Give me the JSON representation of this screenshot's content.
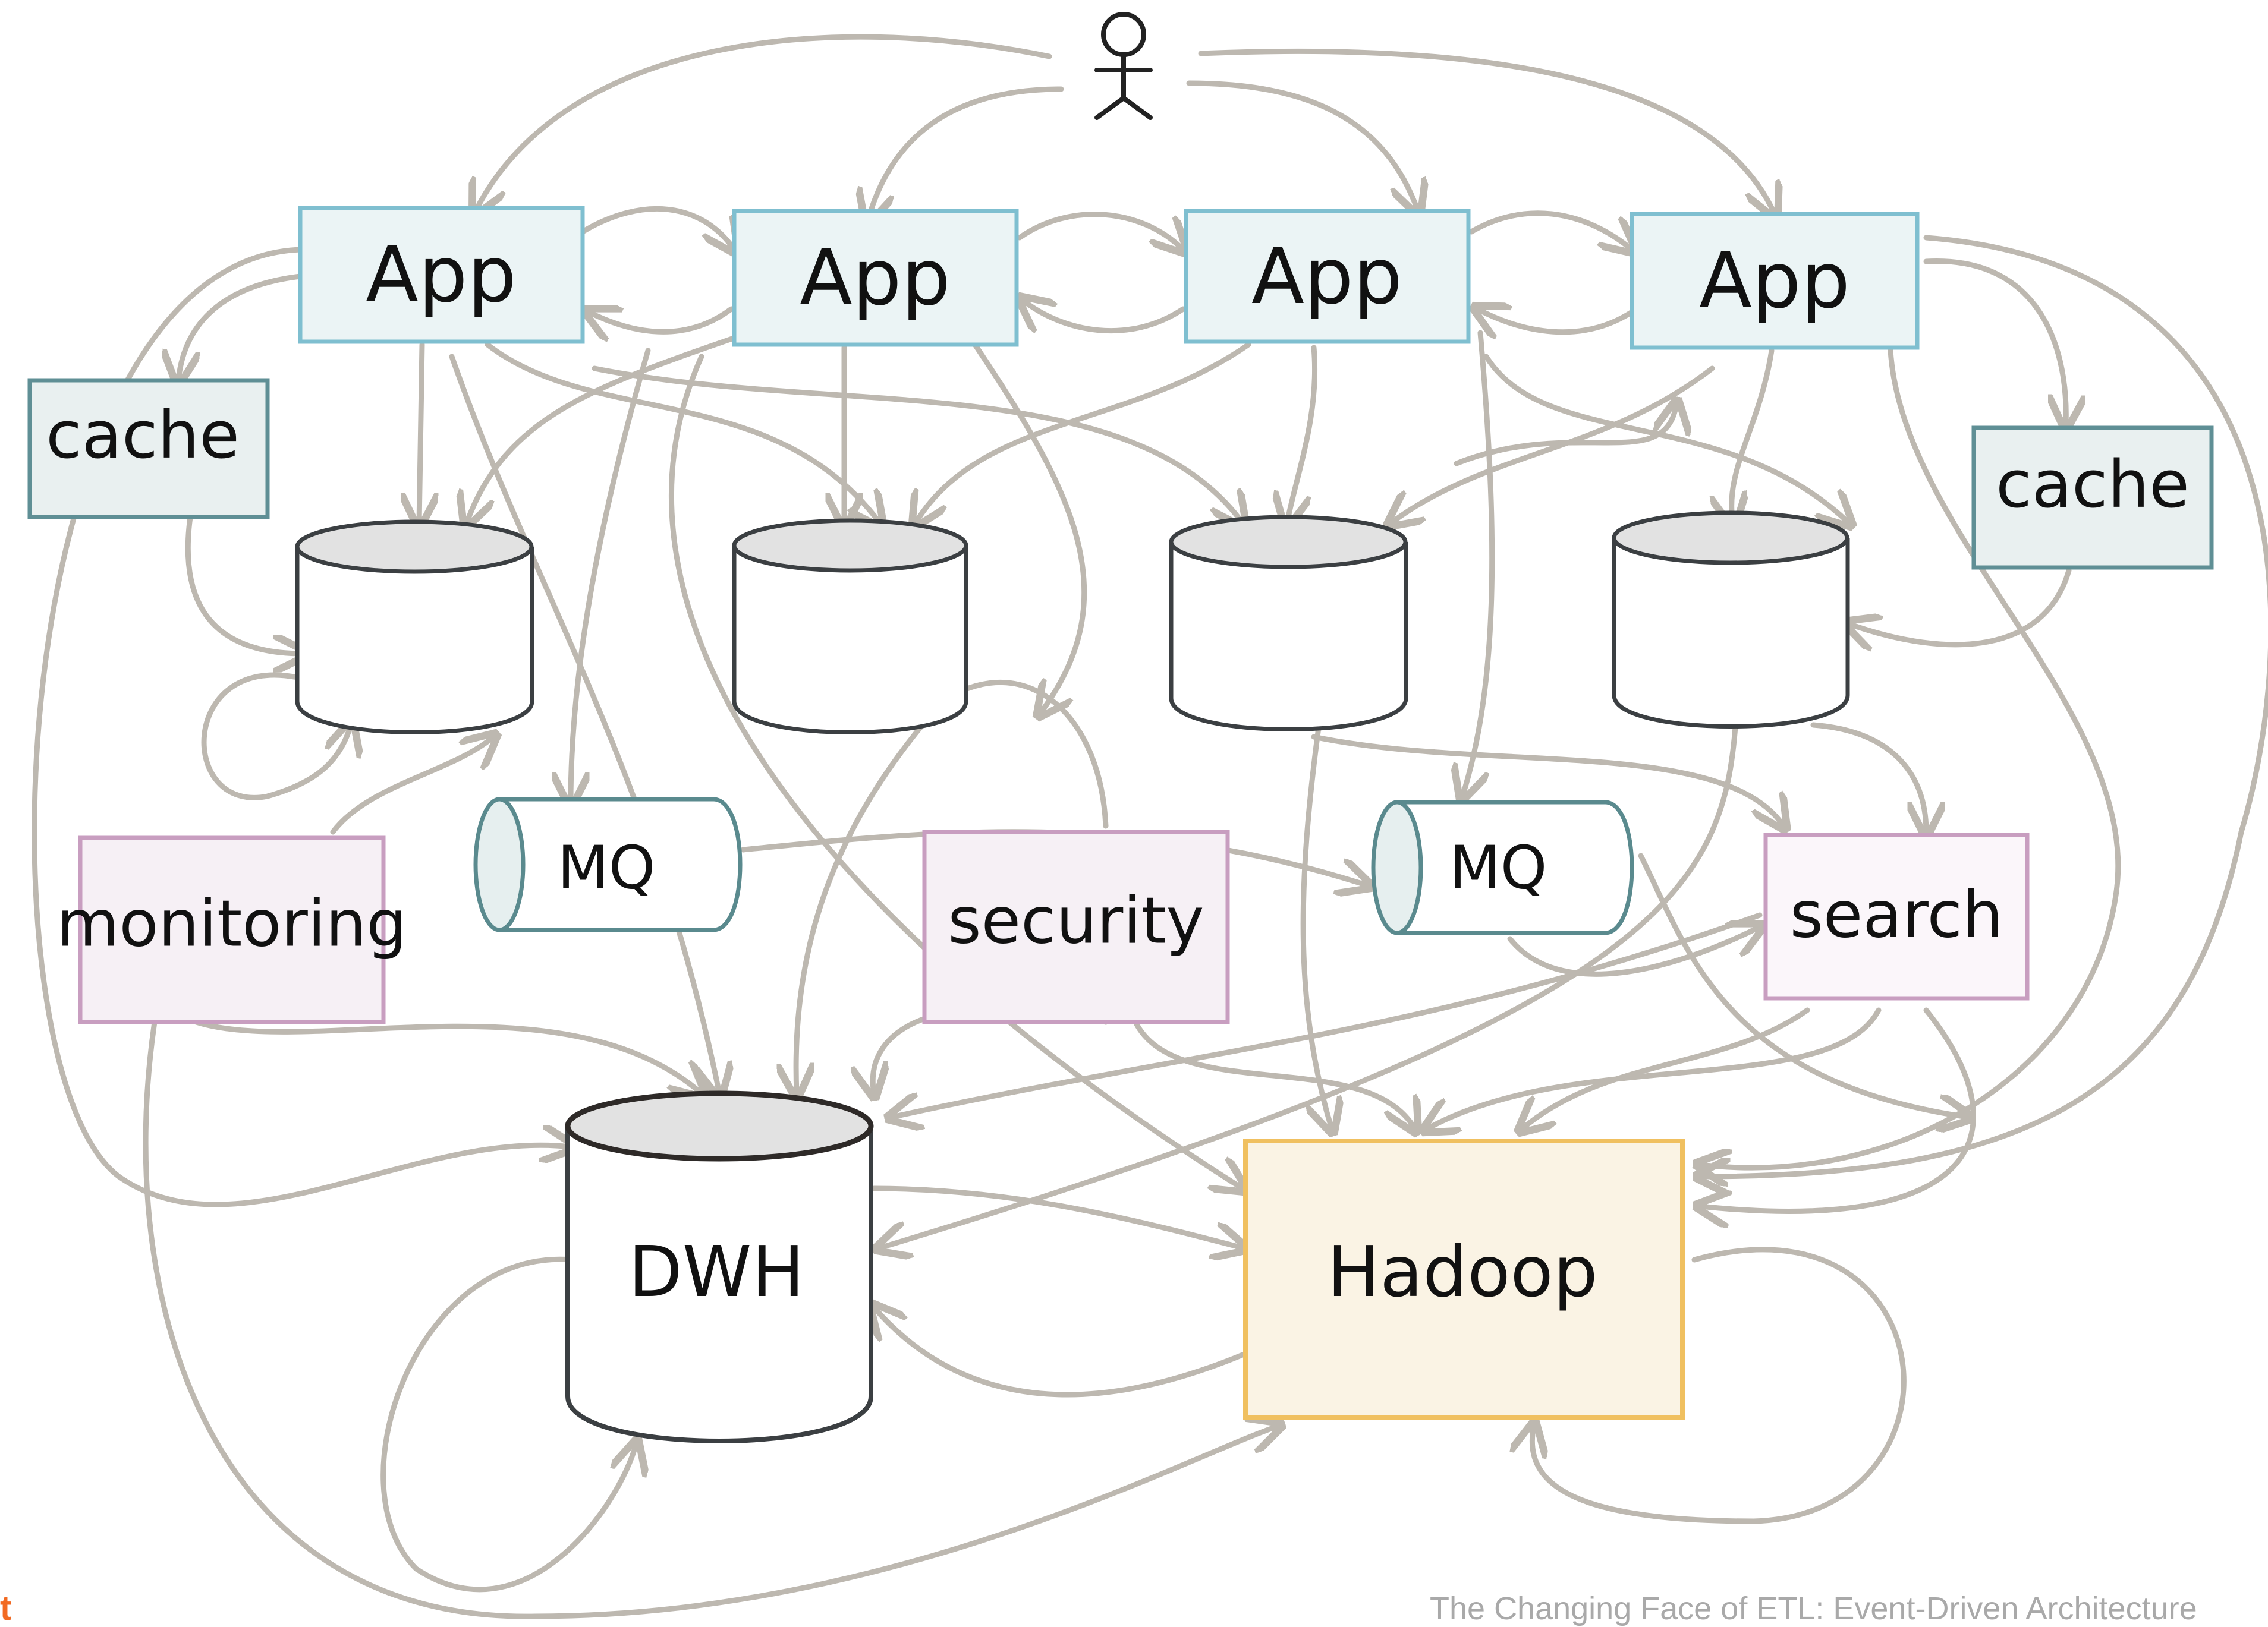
{
  "diagram": {
    "actor": {
      "icon": "stick-figure-user-icon"
    },
    "apps": [
      "App",
      "App",
      "App",
      "App"
    ],
    "caches": [
      "cache",
      "cache"
    ],
    "message_queues": [
      "MQ",
      "MQ"
    ],
    "services": {
      "monitoring": "monitoring",
      "security": "security",
      "search": "search"
    },
    "warehouses": {
      "dwh": "DWH",
      "hadoop": "Hadoop"
    },
    "colors": {
      "app_fill": "#ebf4f5",
      "app_stroke": "#7fbfd0",
      "cache_fill": "#e9f0f0",
      "cache_stroke": "#5f8f95",
      "db_stroke": "#3b3f42",
      "db_top": "#e2e2e2",
      "mq_fill": "#e6efef",
      "mq_stroke": "#5a8a8e",
      "service_fill": "#f6f0f5",
      "service_stroke": "#c89ec0",
      "hadoop_fill": "#faf3e4",
      "hadoop_stroke": "#f0c060",
      "connector": "#bdb8b0"
    }
  },
  "footer": {
    "caption": "The Changing Face of ETL: Event-Driven Architecture",
    "brand_mark": "t"
  }
}
